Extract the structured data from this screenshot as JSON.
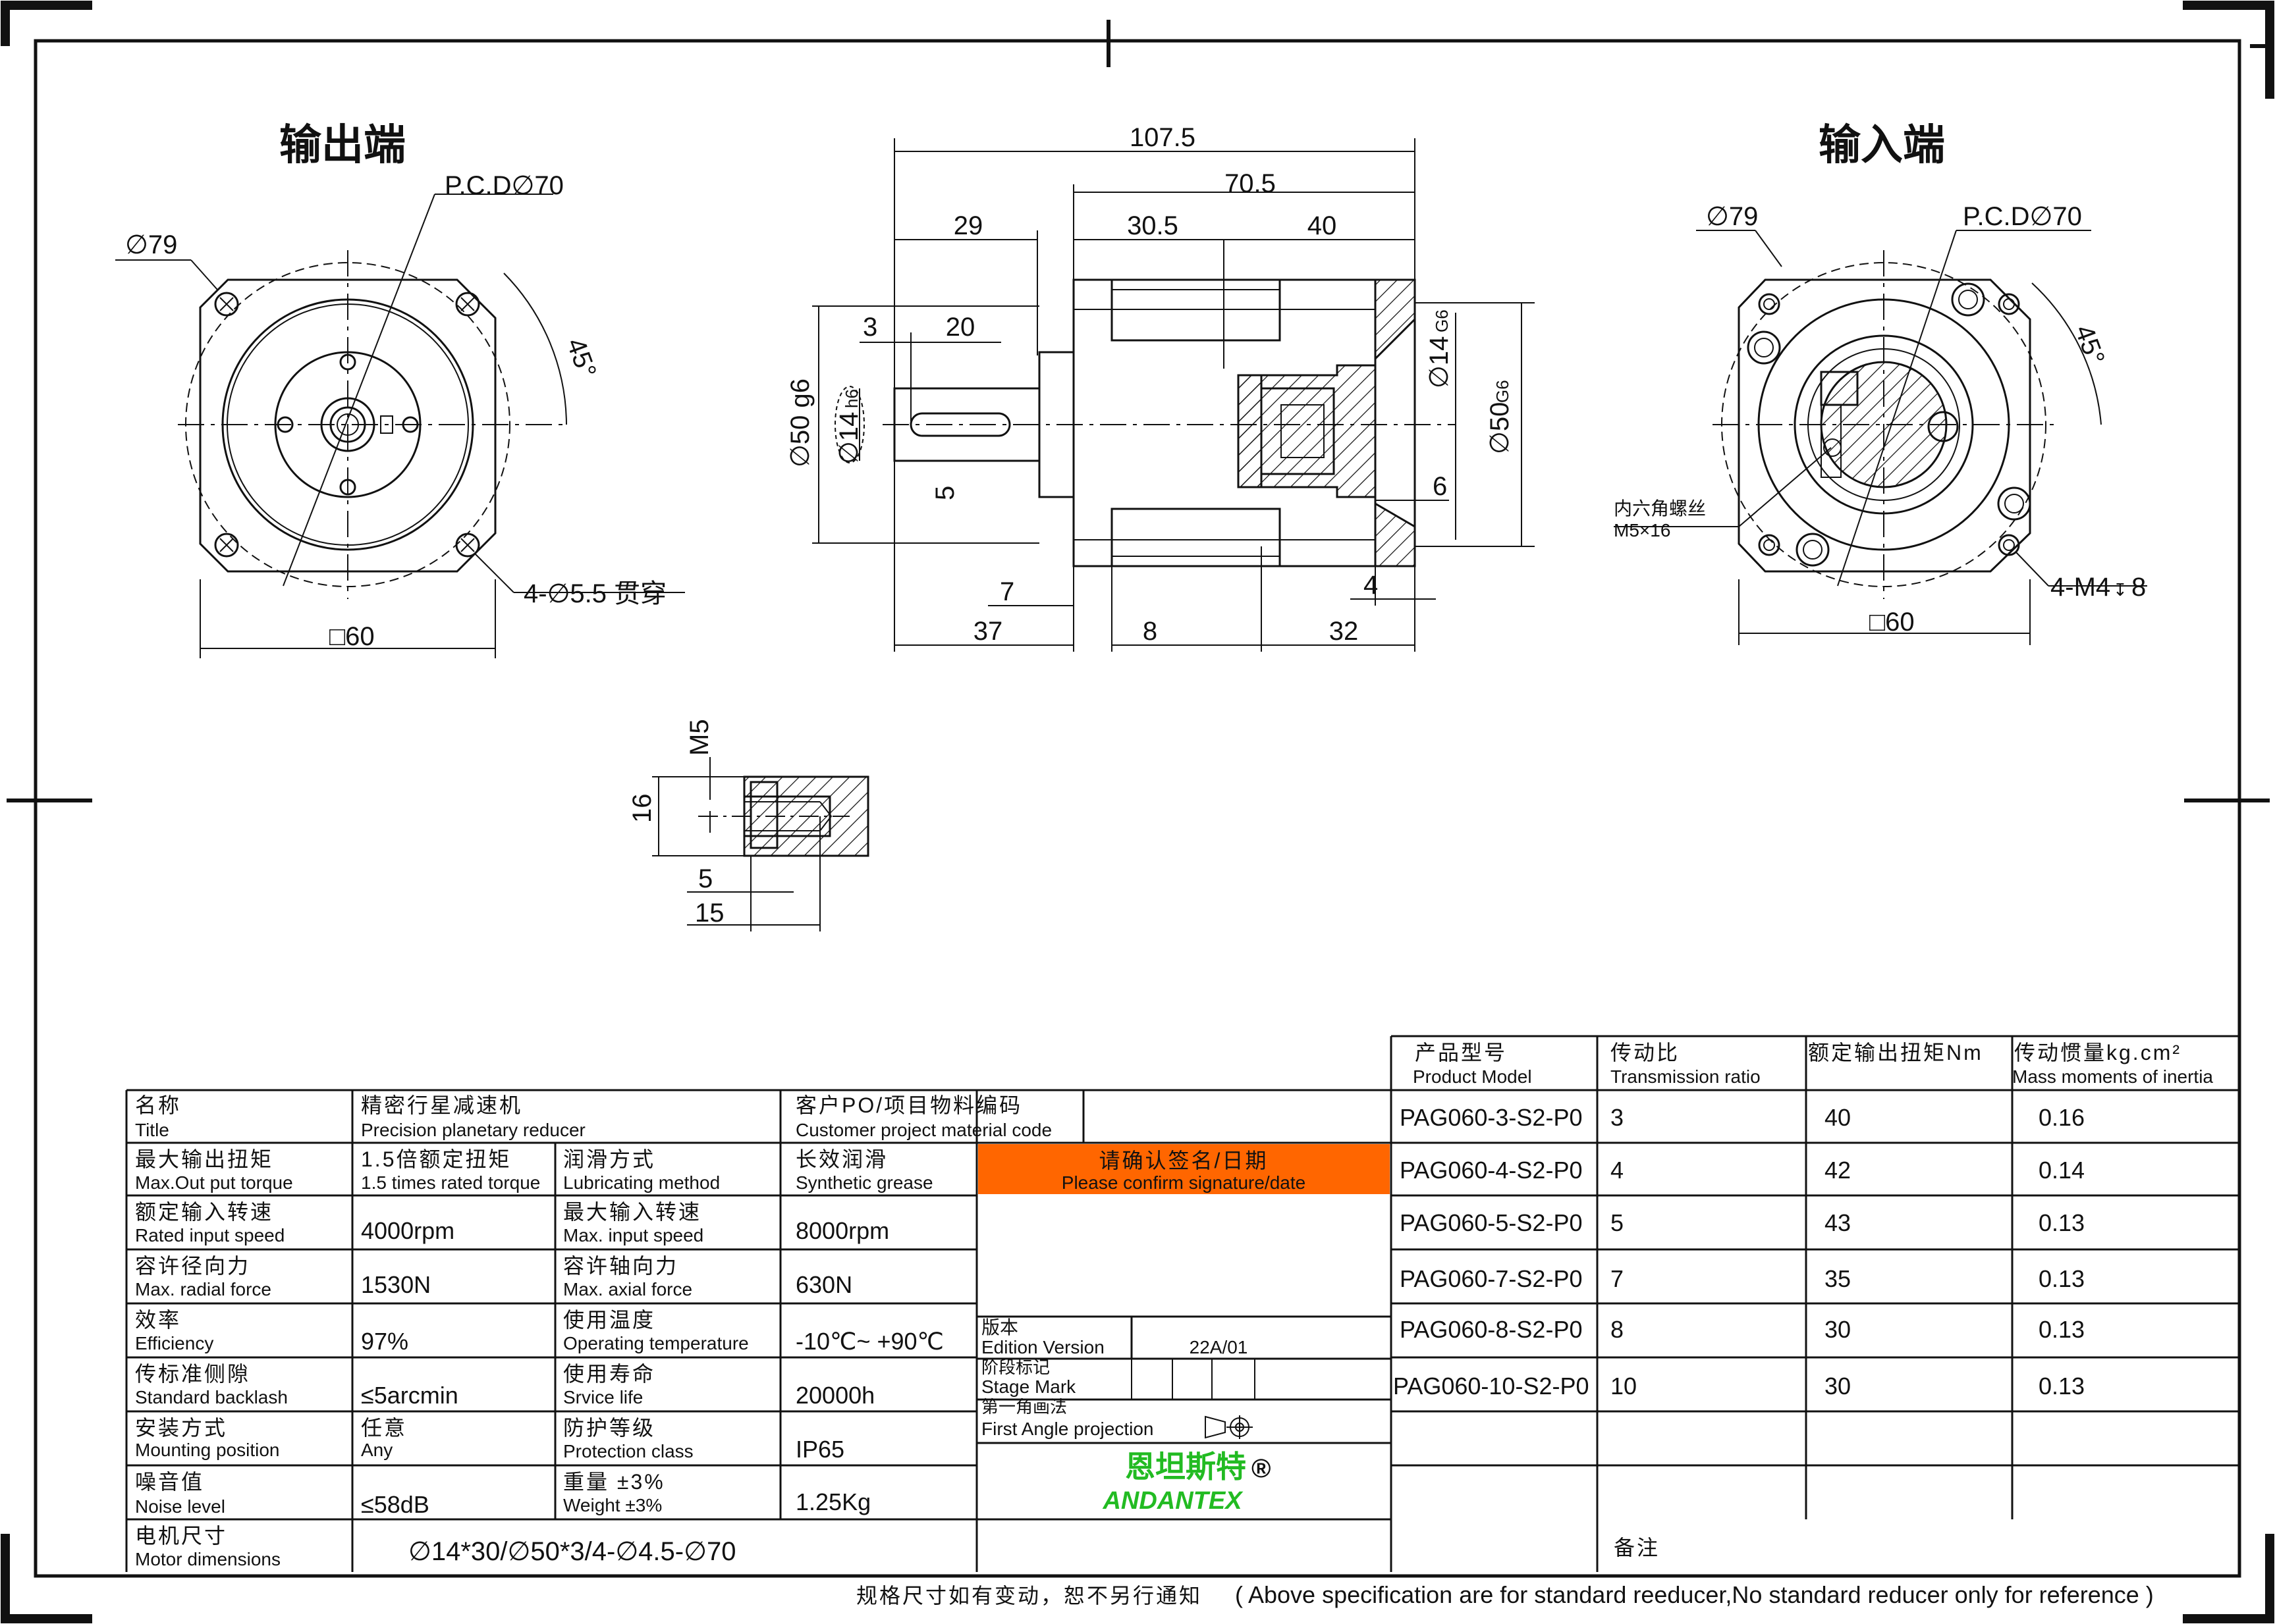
{
  "views": {
    "output_end": {
      "title": "输出端",
      "pcd": "P.C.D∅70",
      "outer_dia": "∅79",
      "angle": "45°",
      "holes": "4-∅5.5  贯穿",
      "square": "□60"
    },
    "input_end": {
      "title": "输入端",
      "pcd": "P.C.D∅70",
      "outer_dia": "∅79",
      "angle": "45°",
      "holes": "4-M4",
      "hole_depth": "8",
      "screw_cn": "内六角螺丝",
      "screw_spec": "M5×16",
      "square": "□60"
    },
    "side": {
      "total": "107.5",
      "body": "70.5",
      "shaft_len": "29",
      "seg1": "30.5",
      "seg2": "40",
      "key_off": "3",
      "key_len": "20",
      "shaft_base": "∅50 g6",
      "shaft_dia": "∅14",
      "shaft_tol": "h6",
      "key_width": "5",
      "bore_dia": "∅14",
      "bore_tol": "G6",
      "pilot_dia": "∅50",
      "pilot_tol": "G6",
      "recess": "6",
      "flange": "7",
      "out_len": "37",
      "gap": "8",
      "in_flange": "4",
      "in_len": "32"
    },
    "detail": {
      "thread": "M5",
      "height": "16",
      "depth1": "5",
      "depth2": "15"
    }
  },
  "spec": {
    "title": {
      "cn": "名称",
      "en": "Title",
      "value_cn": "精密行星减速机",
      "value_en": "Precision planetary reducer",
      "cust_cn": "客户PO/项目物料编码",
      "cust_en": "Customer project material code"
    },
    "rows": [
      {
        "l_cn": "最大输出扭矩",
        "l_en": "Max.Out put torque",
        "l_val_cn": "1.5倍额定扭矩",
        "l_val_en": "1.5 times rated torque",
        "r_cn": "润滑方式",
        "r_en": "Lubricating method",
        "r_val_cn": "长效润滑",
        "r_val_en": "Synthetic grease"
      },
      {
        "l_cn": "额定输入转速",
        "l_en": "Rated input speed",
        "l_val": "4000rpm",
        "r_cn": "最大输入转速",
        "r_en": "Max. input speed",
        "r_val": "8000rpm"
      },
      {
        "l_cn": "容许径向力",
        "l_en": "Max. radial force",
        "l_val": "1530N",
        "r_cn": "容许轴向力",
        "r_en": "Max. axial force",
        "r_val": "630N"
      },
      {
        "l_cn": "效率",
        "l_en": "Efficiency",
        "l_val": "97%",
        "r_cn": "使用温度",
        "r_en": "Operating temperature",
        "r_val": "-10℃~ +90℃"
      },
      {
        "l_cn": "传标准侧隙",
        "l_en": "Standard backlash",
        "l_val": "≤5arcmin",
        "r_cn": "使用寿命",
        "r_en": "Srvice life",
        "r_val": "20000h"
      },
      {
        "l_cn": "安装方式",
        "l_en": "Mounting position",
        "l_val_cn": "任意",
        "l_val_en": "Any",
        "r_cn": "防护等级",
        "r_en": "Protection class",
        "r_val": "IP65"
      },
      {
        "l_cn": "噪音值",
        "l_en": "Noise level",
        "l_val": "≤58dB",
        "r_cn": "重量 ±3%",
        "r_en": "Weight ±3%",
        "r_val": "1.25Kg"
      }
    ],
    "motor": {
      "cn": "电机尺寸",
      "en": "Motor dimensions",
      "value": "∅14*30/∅50*3/4-∅4.5-∅70"
    },
    "confirm": {
      "cn": "请确认签名/日期",
      "en": "Please confirm signature/date",
      "color": "#ff6600"
    },
    "edition": {
      "cn": "版本",
      "en": "Edition Version",
      "value": "22A/01"
    },
    "stage": {
      "cn": "阶段标记",
      "en": "Stage Mark"
    },
    "projection": {
      "cn": "第一角画法",
      "en": "First Angle projection"
    },
    "brand": {
      "cn": "恩坦斯特",
      "reg": "®",
      "en": "ANDANTEX",
      "color": "#22bb22"
    }
  },
  "models": {
    "headers": [
      {
        "cn": "产品型号",
        "en": "Product Model"
      },
      {
        "cn": "传动比",
        "en": "Transmission ratio"
      },
      {
        "cn": "额定输出扭矩Nm",
        "en": ""
      },
      {
        "cn": "传动惯量kg.cm²",
        "en": "Mass moments of inertia"
      }
    ],
    "rows": [
      {
        "model": "PAG060-3-S2-P0",
        "ratio": "3",
        "torque": "40",
        "inertia": "0.16"
      },
      {
        "model": "PAG060-4-S2-P0",
        "ratio": "4",
        "torque": "42",
        "inertia": "0.14"
      },
      {
        "model": "PAG060-5-S2-P0",
        "ratio": "5",
        "torque": "43",
        "inertia": "0.13"
      },
      {
        "model": "PAG060-7-S2-P0",
        "ratio": "7",
        "torque": "35",
        "inertia": "0.13"
      },
      {
        "model": "PAG060-8-S2-P0",
        "ratio": "8",
        "torque": "30",
        "inertia": "0.13"
      },
      {
        "model": "PAG060-10-S2-P0",
        "ratio": "10",
        "torque": "30",
        "inertia": "0.13"
      }
    ],
    "remark": "备注"
  },
  "footer": {
    "cn": "规格尺寸如有变动，恕不另行通知",
    "en": "( Above specification are for standard reeducer,No standard reducer only for reference )"
  }
}
